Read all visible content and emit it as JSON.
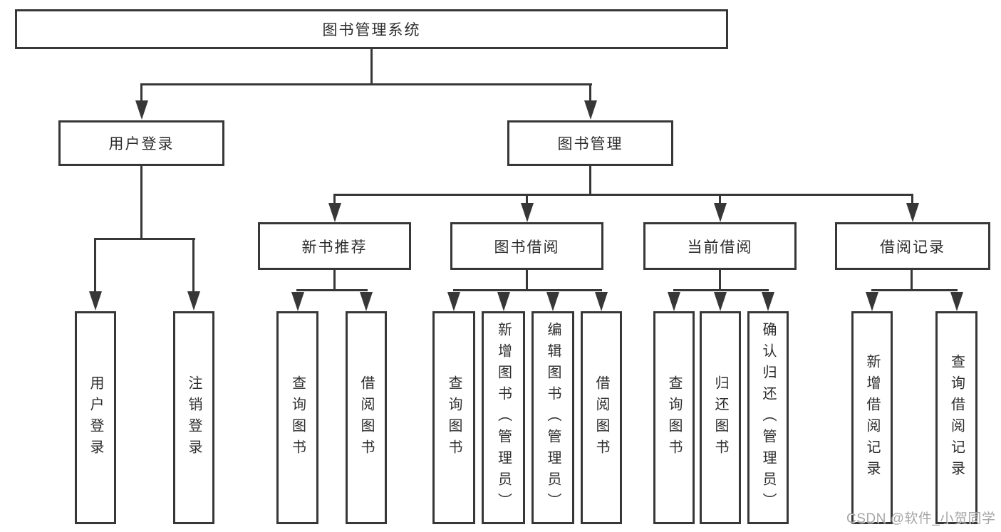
{
  "diagram": {
    "root": {
      "label": "图书管理系统"
    },
    "level2": [
      {
        "label": "用户登录"
      },
      {
        "label": "图书管理"
      }
    ],
    "level3": [
      {
        "label": "新书推荐"
      },
      {
        "label": "图书借阅"
      },
      {
        "label": "当前借阅"
      },
      {
        "label": "借阅记录"
      }
    ],
    "leaves": {
      "user_login": [
        "用户登录",
        "注销登录"
      ],
      "new_book_rec": [
        "查询图书",
        "借阅图书"
      ],
      "book_borrow": [
        "查询图书",
        "新增图书（管理员）",
        "编辑图书（管理员）",
        "借阅图书"
      ],
      "current_borrow": [
        "查询图书",
        "归还图书",
        "确认归还（管理员）"
      ],
      "borrow_record": [
        "新增借阅记录",
        "查询借阅记录"
      ]
    }
  },
  "watermark": {
    "text": "CSDN @软件_小贺同学"
  },
  "colors": {
    "line": "#373737",
    "text": "#2d2d2d",
    "watermark": "#969696",
    "background": "#ffffff"
  }
}
